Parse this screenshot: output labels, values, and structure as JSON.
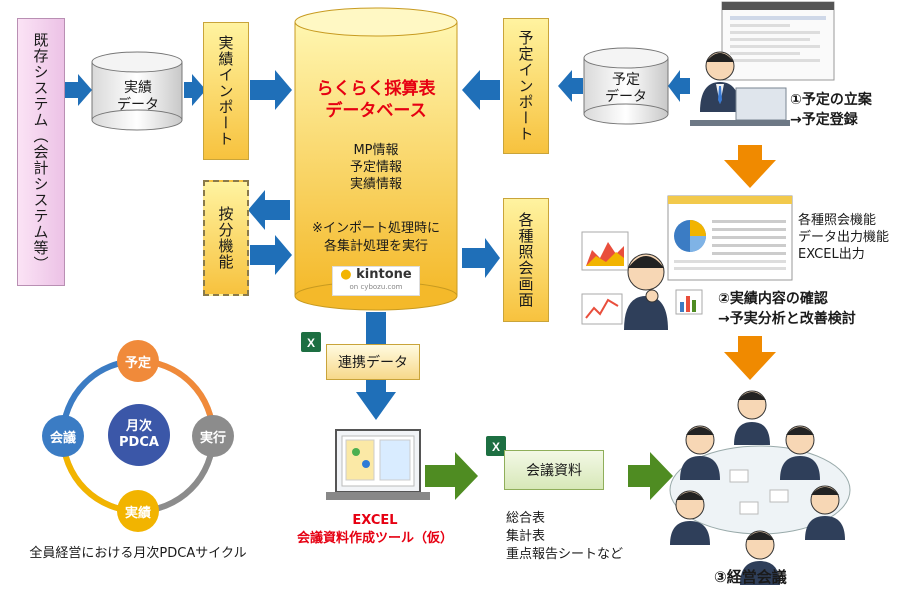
{
  "legacy_system": "既存システム（会計システム等）",
  "actual_data": "実績\nデータ",
  "actual_import": "実績インポート",
  "allocation": "按分機能",
  "database": {
    "title_line1": "らくらく採算表",
    "title_line2": "データベース",
    "info": [
      "MP情報",
      "予定情報",
      "実績情報"
    ],
    "note_line1": "※インポート処理時に",
    "note_line2": "各集計処理を実行",
    "logo": "kintone",
    "logo_sub": "on cybozu.com"
  },
  "plan_import": "予定インポート",
  "plan_data": "予定\nデータ",
  "reference_screens": "各種照会画面",
  "step1": {
    "line1": "①予定の立案",
    "line2": "→予定登録"
  },
  "features": [
    "各種照会機能",
    "データ出力機能",
    "EXCEL出力"
  ],
  "step2": {
    "line1": "②実績内容の確認",
    "line2": "→予実分析と改善検討"
  },
  "step3": "③経営会議",
  "linked_data": "連携データ",
  "excel_tool": {
    "line1": "EXCEL",
    "line2": "会議資料作成ツール（仮）"
  },
  "meeting_materials": "会議資料",
  "materials_list": [
    "総合表",
    "集計表",
    "重点報告シートなど"
  ],
  "pdca": {
    "center_line1": "月次",
    "center_line2": "PDCA",
    "plan": "予定",
    "execute": "実行",
    "actual": "実績",
    "meeting": "会議",
    "caption": "全員経営における月次PDCAサイクル"
  },
  "colors": {
    "arrow_blue": "#1f6fb8",
    "arrow_orange": "#f08a00",
    "arrow_green": "#4f8c22",
    "db_yellow": "#f7c23e",
    "pdca_plan": "#f08a3a",
    "pdca_execute": "#8c8c8c",
    "pdca_actual": "#f2b400",
    "pdca_meeting": "#3b7cc4",
    "pdca_center": "#3b57a8"
  }
}
